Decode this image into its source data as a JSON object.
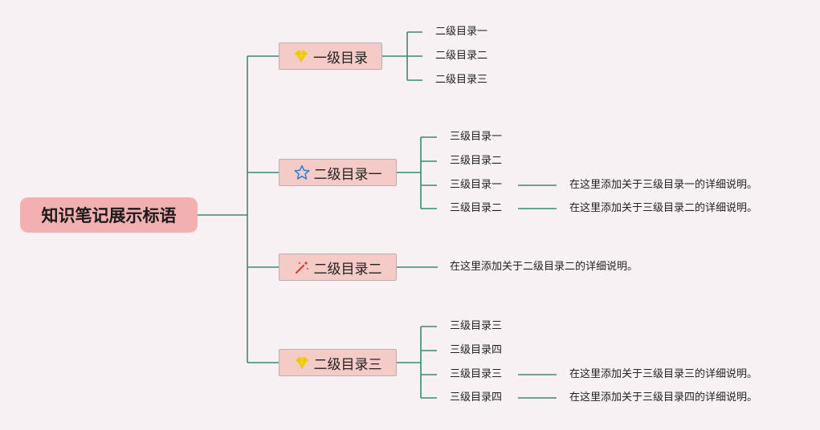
{
  "root": {
    "label": "知识笔记展示标语"
  },
  "branches": [
    {
      "label": "一级目录",
      "icon": "gem-icon",
      "children": [
        "二级目录一",
        "二级目录二",
        "二级目录三"
      ]
    },
    {
      "label": "二级目录一",
      "icon": "star-icon",
      "children": [
        "三级目录一",
        "三级目录二",
        "三级目录一",
        "三级目录二"
      ],
      "notes": [
        "在这里添加关于三级目录一的详细说明。",
        "在这里添加关于三级目录二的详细说明。"
      ]
    },
    {
      "label": "二级目录二",
      "icon": "magic-wand-icon",
      "note": "在这里添加关于二级目录二的详细说明。"
    },
    {
      "label": "二级目录三",
      "icon": "gem-icon",
      "children": [
        "三级目录三",
        "三级目录四",
        "三级目录三",
        "三级目录四"
      ],
      "notes": [
        "在这里添加关于三级目录三的详细说明。",
        "在这里添加关于三级目录四的详细说明。"
      ]
    }
  ],
  "colors": {
    "background": "#f8f1f3",
    "root": "#f2b0b1",
    "branch": "#f4cbc6",
    "line": "#3a8a6e",
    "gem": "#f3d31e",
    "star": "#2f7fd0",
    "wand": "#d93a3a"
  }
}
